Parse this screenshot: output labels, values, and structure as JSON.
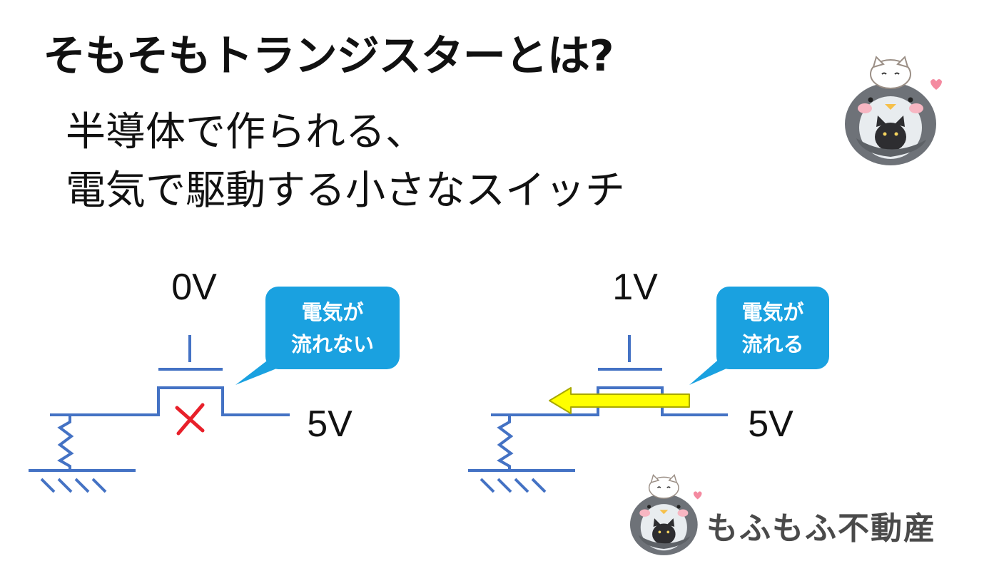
{
  "title": "そもそもトランジスターとは?",
  "description": {
    "line1": "半導体で作られる、",
    "line2": "電気で駆動する小さなスイッチ"
  },
  "left_circuit": {
    "gate_voltage": "0V",
    "source_voltage": "5V",
    "bubble_line1": "電気が",
    "bubble_line2": "流れない"
  },
  "right_circuit": {
    "gate_voltage": "1V",
    "source_voltage": "5V",
    "bubble_line1": "電気が",
    "bubble_line2": "流れる"
  },
  "brand": {
    "name": "もふもふ不動産"
  },
  "colors": {
    "wire": "#4472c4",
    "bubble": "#1aa1e0",
    "cross": "#e8202a",
    "arrow_fill": "#ffff00",
    "arrow_stroke": "#a8a800"
  },
  "icons": {
    "cross": "x-mark-icon",
    "arrow": "left-arrow-icon",
    "mascot": "penguin-cat-mascot-icon"
  }
}
